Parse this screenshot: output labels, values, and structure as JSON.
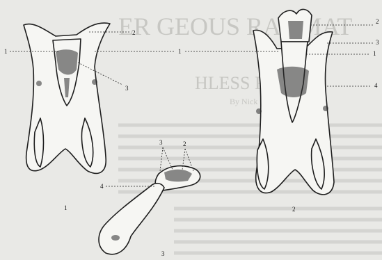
{
  "figure": {
    "specimen_labels": [
      "1",
      "2",
      "3"
    ],
    "callouts": {
      "left_1": "1",
      "left_2": "2",
      "left_3": "3",
      "mid_1": "1",
      "right_2": "2",
      "right_3": "3",
      "right_1": "1",
      "right_4": "4",
      "bottom_3": "3",
      "bottom_2": "2",
      "bottom_4": "4"
    }
  },
  "bleed_through_text": {
    "title_partial": "ER GEOUS RAT MAT",
    "heading_partial": "HLESS RAT",
    "byline_partial": "By Nick Mave"
  }
}
